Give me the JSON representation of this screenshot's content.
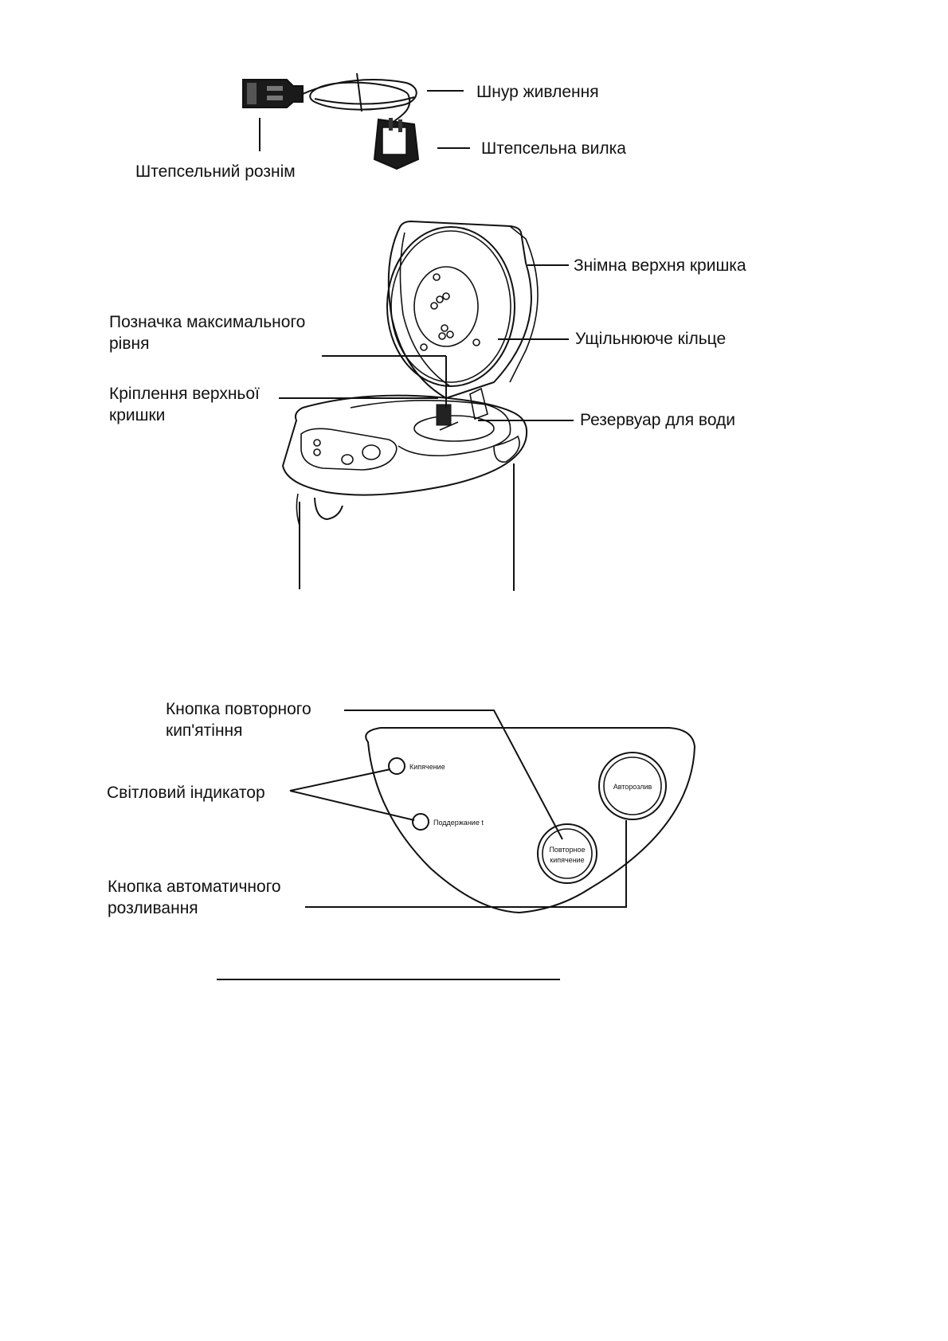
{
  "labels": {
    "power_cord": "Шнур живлення",
    "plug": "Штепсельна вилка",
    "connector": "Штепсельний рознім",
    "removable_lid": "Знімна верхня кришка",
    "max_level_line1": "Позначка максимального",
    "max_level_line2": "рівня",
    "seal_ring": "Ущільнююче кільце",
    "lid_mount_line1": "Кріплення верхньої",
    "lid_mount_line2": "кришки",
    "water_tank": "Резервуар для води",
    "reboil_button_line1": "Кнопка повторного",
    "reboil_button_line2": "кип'ятіння",
    "indicator_light": "Світловий індикатор",
    "auto_dispense_line1": "Кнопка автоматичного",
    "auto_dispense_line2": "розливання"
  },
  "panel": {
    "boil_indicator": "Кипячение",
    "keep_warm_indicator": "Поддержание t",
    "reboil_line1": "Повторное",
    "reboil_line2": "кипячение",
    "auto_dispense": "Авторозлив"
  },
  "colors": {
    "ink": "#111111",
    "background": "#ffffff"
  },
  "icons": {
    "cord": "power-cord-icon",
    "kettle": "thermopot-icon",
    "panel": "control-panel-icon"
  }
}
